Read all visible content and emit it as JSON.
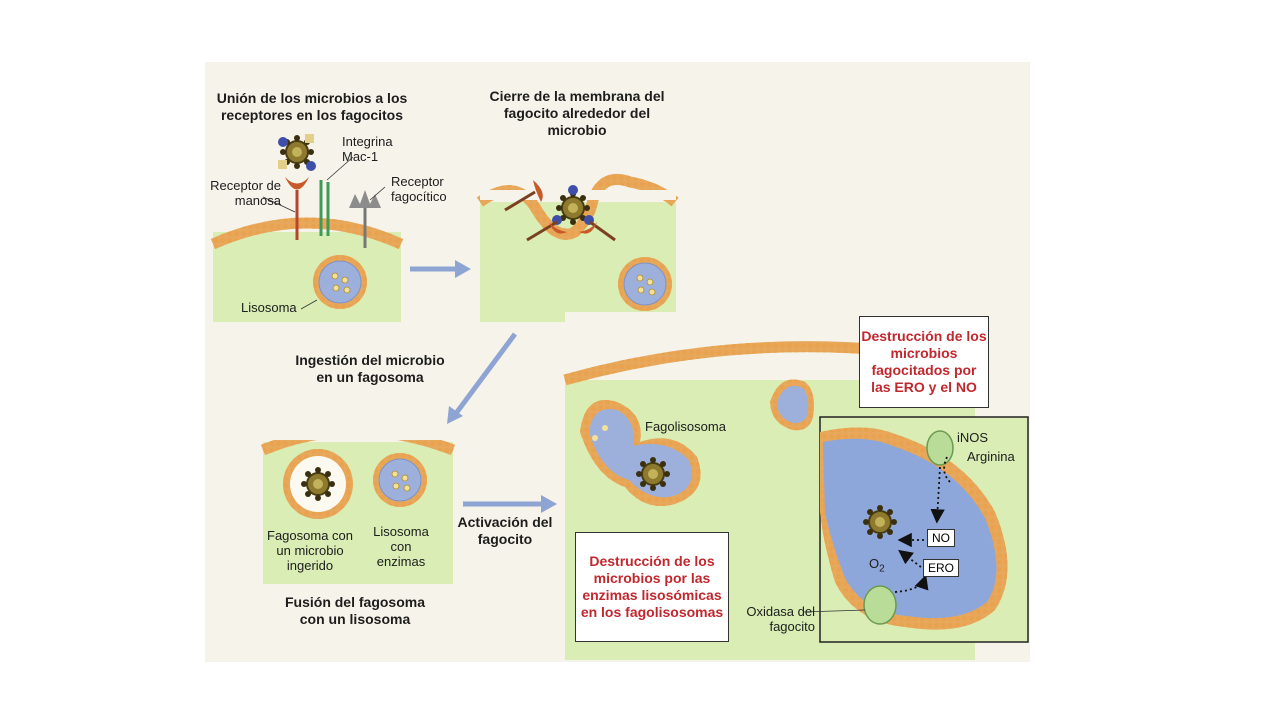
{
  "panels": {
    "binding": {
      "title": "Unión de los microbios a los receptores en los fagocitos",
      "integrin": "Integrina Mac-1",
      "mannose_receptor": "Receptor de manosa",
      "phagocytic_receptor": "Receptor fagocítico",
      "lysosome": "Lisosoma"
    },
    "closure": {
      "title": "Cierre de la membrana del fagocito alrededor del microbio"
    },
    "ingestion": {
      "title": "Ingestión del microbio en un fagosoma"
    },
    "fusion": {
      "phagosome": "Fagosoma con un microbio ingerido",
      "lysosome": "Lisosoma con enzimas",
      "title": "Fusión del fagosoma con un lisosoma"
    },
    "activation": {
      "arrow_label": "Activación del fagocito"
    },
    "killing": {
      "phagolysosome": "Fagolisosoma",
      "enzyme_callout": "Destrucción de los microbios por las enzimas lisosómicas en los fagolisosomas",
      "ros_no_callout": "Destrucción de los microbios fagocitados por las ERO y el NO",
      "inos": "iNOS",
      "arginine": "Arginina",
      "no": "NO",
      "ros": "ERO",
      "o2": "O",
      "o2_sub": "2",
      "oxidase": "Oxidasa del fagocito"
    }
  },
  "colors": {
    "cytoplasm": "#d9edb4",
    "membrane": "#e7a85b",
    "vesicle_fill": "#9db0dc",
    "microbe": "#8d7a2e",
    "callout_text": "#c0282e",
    "arrow": "#8ea5d4"
  }
}
